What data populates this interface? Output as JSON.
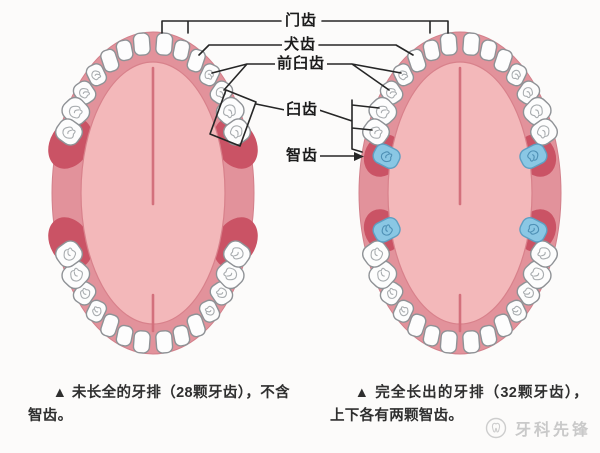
{
  "figure": {
    "tooth_labels": {
      "incisors": "门齿",
      "canines": "犬齿",
      "premolars": "前臼齿",
      "molars": "臼齿",
      "wisdom": "智齿"
    },
    "captions": {
      "left": "▲ 未长全的牙排（28颗牙齿），不含智齿。",
      "right": "▲ 完全长出的牙排（32颗牙齿），上下各有两颗智齿。"
    },
    "diagrams": {
      "left": {
        "teeth_count": 28,
        "has_wisdom_teeth": false
      },
      "right": {
        "teeth_count": 32,
        "has_wisdom_teeth": true
      }
    },
    "watermark": {
      "brand": "牙科先锋",
      "logo": "tooth-logo-icon"
    }
  },
  "colors": {
    "background": "#fcfbfa",
    "gum": "#e2929b",
    "gum_edge": "#d27f8a",
    "palate": "#f3b8ba",
    "palate_edge": "#d8818b",
    "raphe": "#d3707c",
    "missing_gum_patch": "#ca5365",
    "tooth_fill": "#fdfdfd",
    "tooth_stroke": "#8f9296",
    "tooth_detail": "#a9adb0",
    "wisdom_fill": "#8ac7e4",
    "wisdom_stroke": "#5e9fc2",
    "wisdom_detail": "#4e90b5",
    "callout_line": "#262626",
    "caption_text": "#2f2f2f",
    "watermark_text": "#c9c9c9"
  }
}
